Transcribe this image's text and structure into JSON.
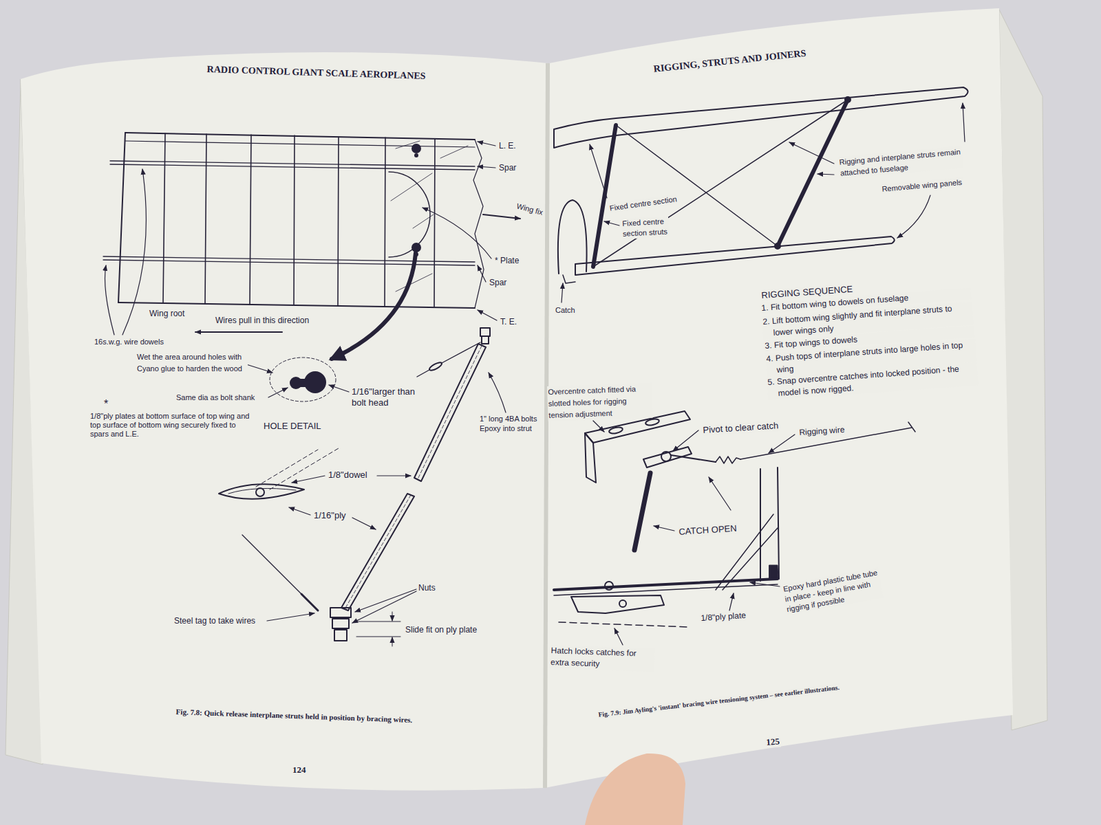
{
  "diagram": {
    "labels": [
      "RADIO CONTROL GIANT SCALE AEROPLANES",
      "L. E.",
      "Spar",
      "Wing fix",
      "* Plate",
      "Spar",
      "T. E.",
      "Wing root",
      "Wires pull in this direction",
      "16s.w.g. wire dowels",
      "Wet the area around holes with Cyano glue to harden the wood",
      "Same dia as bolt shank",
      "1/16\"larger than bolt head",
      "*",
      "1/8\"ply plates at bottom surface of top wing and top surface of bottom wing securely fixed to spars and L.E.",
      "HOLE DETAIL",
      "1\" long 4BA bolts Epoxy into strut",
      "1/8\"dowel",
      "1/16\"ply",
      "Nuts",
      "Steel tag to take wires",
      "Slide fit on ply plate",
      "Fig. 7.8: Quick release interplane struts held in position by bracing wires.",
      "124",
      "RIGGING, STRUTS AND JOINERS",
      "Fixed centre section",
      "Fixed centre section struts",
      "Rigging and interplane struts remain attached to fuselage",
      "Removable wing panels",
      "Catch",
      "RIGGING SEQUENCE",
      "1. Fit bottom wing to dowels on fuselage",
      "2. Lift bottom wing slightly and fit interplane struts to lower wings only",
      "3. Fit top wings to dowels",
      "4. Push tops of interplane struts into large holes in top wing",
      "5. Snap overcentre catches into locked position - the model is now rigged.",
      "Overcentre catch fitted via slotted holes for rigging tension adjustment",
      "Pivot to clear catch",
      "Rigging wire",
      "CATCH OPEN",
      "Epoxy hard plastic tube tube in place - keep in line with rigging if possible",
      "1/8\"ply plate",
      "Hatch locks catches for extra security",
      "Fig. 7.9: Jim Ayling's 'instant' bracing wire tensioning system – see earlier illustrations.",
      "125"
    ]
  }
}
